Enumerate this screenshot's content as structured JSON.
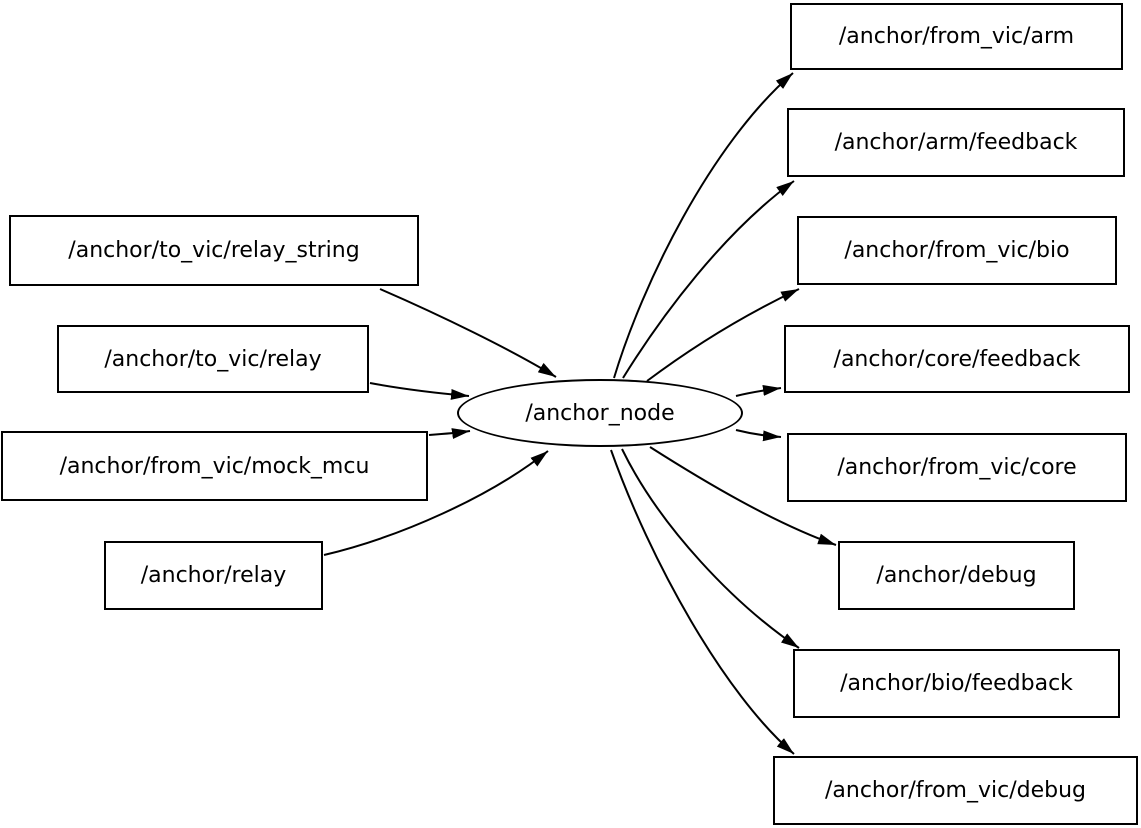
{
  "diagram": {
    "type": "ros-node-topic-graph",
    "center_node": {
      "label": "/anchor_node"
    },
    "input_topics": [
      {
        "label": "/anchor/to_vic/relay_string"
      },
      {
        "label": "/anchor/to_vic/relay"
      },
      {
        "label": "/anchor/from_vic/mock_mcu"
      },
      {
        "label": "/anchor/relay"
      }
    ],
    "output_topics": [
      {
        "label": "/anchor/from_vic/arm"
      },
      {
        "label": "/anchor/arm/feedback"
      },
      {
        "label": "/anchor/from_vic/bio"
      },
      {
        "label": "/anchor/core/feedback"
      },
      {
        "label": "/anchor/from_vic/core"
      },
      {
        "label": "/anchor/debug"
      },
      {
        "label": "/anchor/bio/feedback"
      },
      {
        "label": "/anchor/from_vic/debug"
      }
    ],
    "colors": {
      "stroke": "#000000",
      "node_fill": "#ffffff",
      "text": "#000000",
      "background": "#ffffff"
    }
  }
}
